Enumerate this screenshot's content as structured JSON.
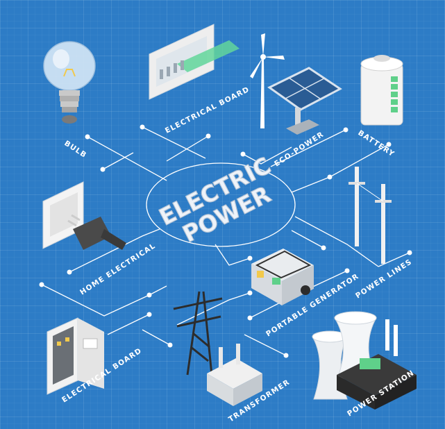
{
  "title": {
    "line1": "ELECTRIC",
    "line2": "POWER"
  },
  "labels": {
    "bulb": "BULB",
    "electrical_board_top": "ELECTRICAL BOARD",
    "eco_power": "ECO-POWER",
    "battery": "BATTERY",
    "home_electrical": "HOME ELECTRICAL",
    "portable_generator": "PORTABLE GENERATOR",
    "power_lines": "POWER LINES",
    "electrical_board_bottom": "ELECTRICAL BOARD",
    "transformer": "TRANSFORMER",
    "power_station": "POWER STATION"
  },
  "colors": {
    "background": "#2d7cc6",
    "lines": "#ffffff",
    "accent_green": "#5fd08a",
    "title_fill": "#eef3f9"
  },
  "icons": [
    "bulb-icon",
    "electrical-board-icon",
    "wind-turbine-icon",
    "solar-panel-icon",
    "battery-icon",
    "power-socket-icon",
    "plug-icon",
    "portable-generator-icon",
    "power-pole-icon",
    "electrical-cabinet-icon",
    "transmission-tower-icon",
    "transformer-icon",
    "cooling-tower-icon",
    "power-station-icon"
  ]
}
